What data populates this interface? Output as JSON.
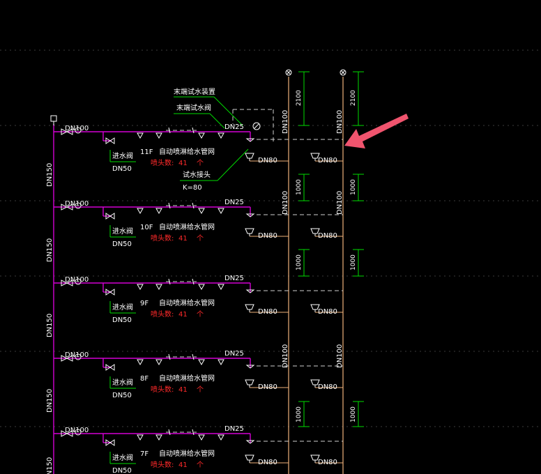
{
  "floors": [
    {
      "floor_label": "11F",
      "title": "自动喷淋给水管网",
      "head_label": "喷头数:",
      "head_count": "41",
      "head_unit": "个",
      "inlet_valve": "进水阀",
      "branch_size": "DN50",
      "main_size": "DN100",
      "end_size": "DN25",
      "drain_size": "DN80"
    },
    {
      "floor_label": "10F",
      "title": "自动喷淋给水管网",
      "head_label": "喷头数:",
      "head_count": "41",
      "head_unit": "个",
      "inlet_valve": "进水阀",
      "branch_size": "DN50",
      "main_size": "DN100",
      "end_size": "DN25",
      "drain_size": "DN80"
    },
    {
      "floor_label": "9F",
      "title": "自动喷淋给水管网",
      "head_label": "喷头数:",
      "head_count": "41",
      "head_unit": "个",
      "inlet_valve": "进水阀",
      "branch_size": "DN50",
      "main_size": "DN100",
      "end_size": "DN25",
      "drain_size": "DN80"
    },
    {
      "floor_label": "8F",
      "title": "自动喷淋给水管网",
      "head_label": "喷头数:",
      "head_count": "41",
      "head_unit": "个",
      "inlet_valve": "进水阀",
      "branch_size": "DN50",
      "main_size": "DN100",
      "end_size": "DN25",
      "drain_size": "DN80"
    },
    {
      "floor_label": "7F",
      "title": "自动喷淋给水管网",
      "head_label": "喷头数:",
      "head_count": "41",
      "head_unit": "个",
      "inlet_valve": "进水阀",
      "branch_size": "DN50",
      "main_size": "DN100",
      "end_size": "DN25",
      "drain_size": "DN80"
    }
  ],
  "annotations": {
    "end_test_device": "末端试水装置",
    "end_test_valve": "末端试水阀",
    "test_connector": "试水接头",
    "k_factor": "K=80"
  },
  "riser": {
    "main_label": "DN150",
    "drain_riser_label": "DN100",
    "top_dim": "2100",
    "floor_dim": "1000"
  },
  "colors": {
    "background": "#000000",
    "pipe": "#d400d4",
    "drain": "#f0b27a",
    "leader": "#00dd00",
    "text": "#ffffff",
    "alert_text": "#ff2a2a",
    "pointer_arrow": "#f0546e"
  },
  "icons": [
    "valve-icon",
    "pressure-gauge-icon",
    "sprinkler-head-icon",
    "floor-drain-icon",
    "vent-cap-icon",
    "pointer-arrow-icon"
  ]
}
